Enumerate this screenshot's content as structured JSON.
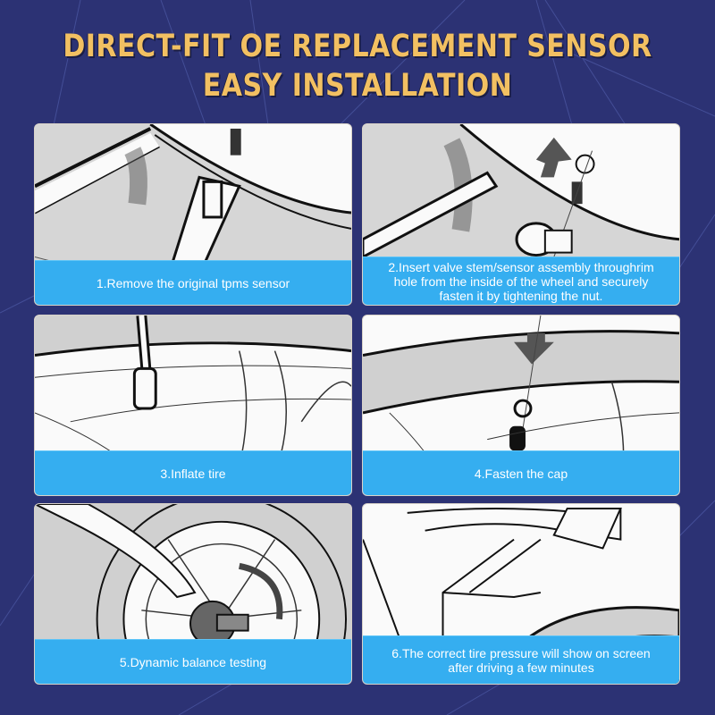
{
  "title": {
    "line1": "DIRECT-FIT OE REPLACEMENT SENSOR",
    "line2": "EASY INSTALLATION"
  },
  "colors": {
    "background": "#2c3274",
    "title": "#f2c062",
    "caption_band": "#35aef0",
    "panel": "#ececec"
  },
  "steps": [
    {
      "number": 1,
      "caption": "1.Remove the original tpms sensor",
      "illustration": "tire-lever-removing-valve-stem"
    },
    {
      "number": 2,
      "caption": "2.Insert valve stem/sensor assembly throughrim\nhole from the inside of the wheel and securely\nfasten it by tightening the nut.",
      "illustration": "sensor-inserted-through-rim-with-arrow"
    },
    {
      "number": 3,
      "caption": "3.Inflate tire",
      "illustration": "air-hose-on-valve"
    },
    {
      "number": 4,
      "caption": "4.Fasten the cap",
      "illustration": "valve-cap-arrow"
    },
    {
      "number": 5,
      "caption": "5.Dynamic balance testing",
      "illustration": "hand-on-wheel-balancer"
    },
    {
      "number": 6,
      "caption": "6.The correct tire pressure will show on screen\nafter driving a few minutes",
      "illustration": "hand-on-dashboard-screen"
    }
  ]
}
